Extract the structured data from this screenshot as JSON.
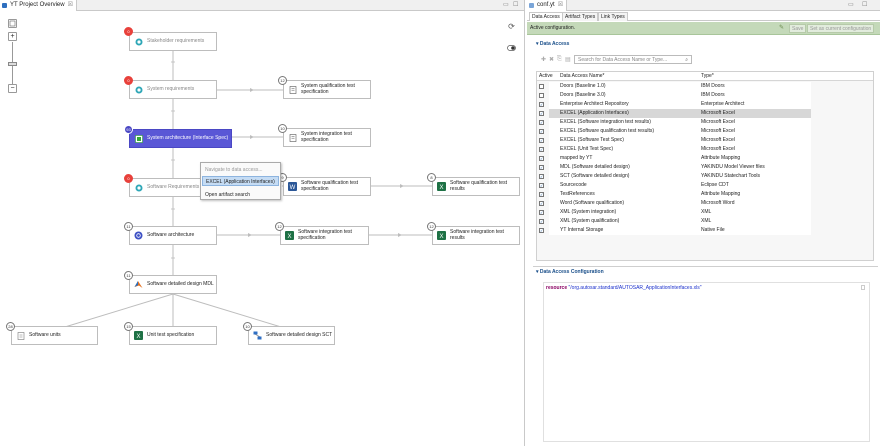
{
  "left_tab": {
    "title": "YT Project Overview",
    "close": "☒"
  },
  "right_tab": {
    "title": "conf.yt",
    "close": "☒"
  },
  "window_controls": {
    "minimize": "▭",
    "maximize": "☐"
  },
  "diagram": {
    "nodes": {
      "stakeholder": {
        "label": "Stakeholder requirements",
        "badge": "0"
      },
      "system_req": {
        "label": "System requirements",
        "badge": "0"
      },
      "system_arch": {
        "label": "System architecture (Interface Spec)",
        "badge": "93"
      },
      "sw_req": {
        "label": "Software Requirements",
        "badge": "0"
      },
      "sw_arch": {
        "label": "Software architecture",
        "badge": "11"
      },
      "sw_detail": {
        "label": "Software detailed design MDL",
        "badge": "11"
      },
      "sw_units": {
        "label": "Software units",
        "badge": "28"
      },
      "unit_test": {
        "label": "Unit test specification",
        "badge": "15"
      },
      "sw_detail_sct": {
        "label": "Software detailed design SCT",
        "badge": "10"
      },
      "sys_qual": {
        "label": "System qualification test specification",
        "badge": "12"
      },
      "sys_int": {
        "label": "System integration test specification",
        "badge": "10"
      },
      "sw_qual": {
        "label": "Software qualification test specification",
        "badge": "9"
      },
      "sw_qual_res": {
        "label": "Software qualification test results",
        "badge": "8"
      },
      "sw_int": {
        "label": "Software integration test specification",
        "badge": "12"
      },
      "sw_int_res": {
        "label": "Software integration test results",
        "badge": "12"
      }
    },
    "context_menu": {
      "header": "Navigate to data access...",
      "item": "EXCEL (Application Interfaces)",
      "open": "Open artifact search"
    },
    "colors": {
      "selected": "#5a57d6",
      "alert": "#e8413b"
    }
  },
  "conf": {
    "subtabs": [
      "Data Access",
      "Artifact Types",
      "Link Types"
    ],
    "active_label": "Active configuration.",
    "save_label": "Save",
    "set_current_label": "Set as current configuration",
    "data_access_header": "Data Access",
    "search_placeholder": "Search for Data Access Name or Type...",
    "columns": {
      "active": "Active",
      "name": "Data Access Name*",
      "type": "Type*"
    },
    "rows": [
      {
        "active": false,
        "name": "Doors (Baseline 1.0)",
        "type": "IBM Doors"
      },
      {
        "active": false,
        "name": "Doors (Baseline 3.0)",
        "type": "IBM Doors"
      },
      {
        "active": true,
        "name": "Enterprise Architect Repository",
        "type": "Enterprise Architect"
      },
      {
        "active": true,
        "name": "EXCEL (Application Interfaces)",
        "type": "Microsoft Excel",
        "selected": true
      },
      {
        "active": true,
        "name": "EXCEL (Software integration test results)",
        "type": "Microsoft Excel"
      },
      {
        "active": true,
        "name": "EXCEL (Software qualification test results)",
        "type": "Microsoft Excel"
      },
      {
        "active": true,
        "name": "EXCEL (Software Test Spec)",
        "type": "Microsoft Excel"
      },
      {
        "active": true,
        "name": "EXCEL (Unit Test Spec)",
        "type": "Microsoft Excel"
      },
      {
        "active": true,
        "name": "mapped by YT",
        "type": "Attribute Mapping"
      },
      {
        "active": true,
        "name": "MDL (Software detailed design)",
        "type": "YAKINDU Model Viewer files"
      },
      {
        "active": true,
        "name": "SCT (Software detailed design)",
        "type": "YAKINDU Statechart Tools"
      },
      {
        "active": true,
        "name": "Sourcecode",
        "type": "Eclipse CDT"
      },
      {
        "active": true,
        "name": "TestReferences",
        "type": "Attribute Mapping"
      },
      {
        "active": true,
        "name": "Word (Software qualification)",
        "type": "Microsoft Word"
      },
      {
        "active": true,
        "name": "XML (System integration)",
        "type": "XML"
      },
      {
        "active": true,
        "name": "XML (System qualification)",
        "type": "XML"
      },
      {
        "active": true,
        "name": "YT Internal Storage",
        "type": "Native File"
      }
    ],
    "config_header": "Data Access Configuration",
    "config_keyword": "resource",
    "config_value": "\"/org.autosar.standard/AUTOSAR_ApplicationInterfaces.xls\""
  }
}
